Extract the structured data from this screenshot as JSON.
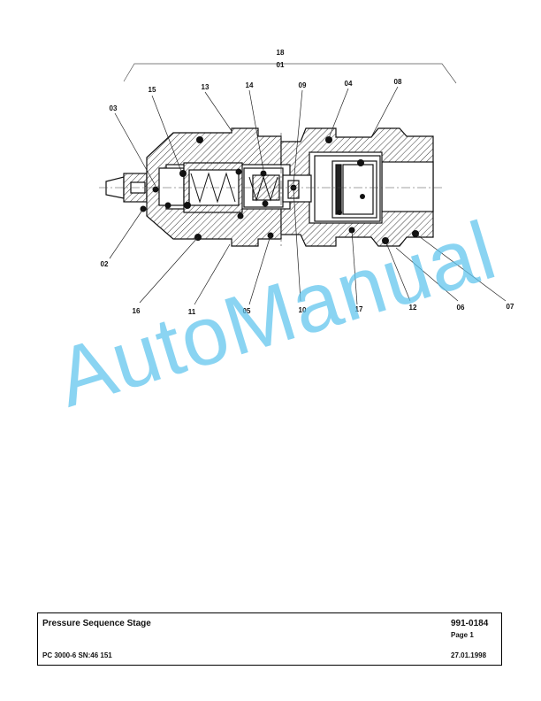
{
  "drawing": {
    "callouts": {
      "c18": "18",
      "c01": "01",
      "c15": "15",
      "c13": "13",
      "c14": "14",
      "c09": "09",
      "c04": "04",
      "c08": "08",
      "c03": "03",
      "c02": "02",
      "c16": "16",
      "c11": "11",
      "c05": "05",
      "c10": "10",
      "c17": "17",
      "c12": "12",
      "c06": "06",
      "c07": "07"
    }
  },
  "watermark": "AutoManual",
  "title_block": {
    "title": "Pressure Sequence Stage",
    "doc_number": "991-0184",
    "page": "Page 1",
    "model": "PC 3000-6 SN:46 151",
    "date": "27.01.1998"
  }
}
